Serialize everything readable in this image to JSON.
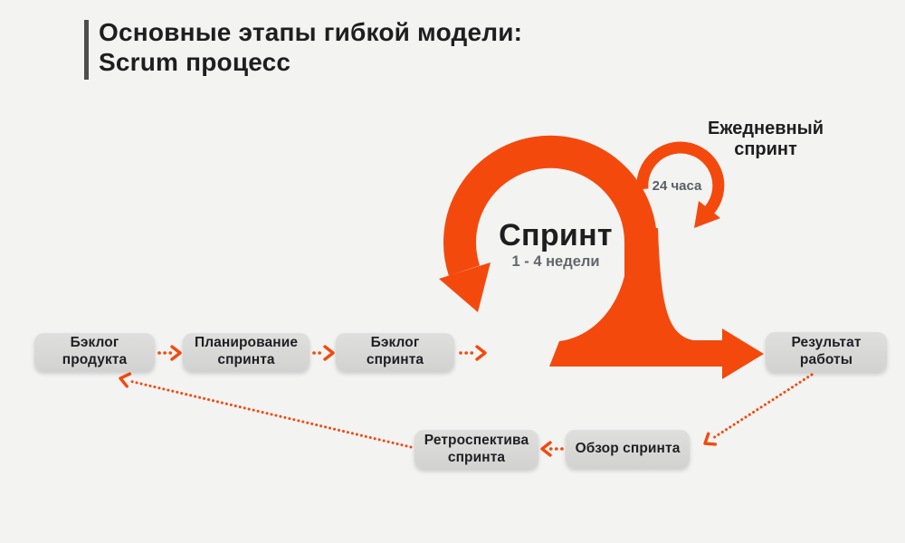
{
  "title": {
    "line1": "Основные этапы гибкой модели:",
    "line2": "Scrum процесс"
  },
  "sprint_loop": {
    "label": "Спринт",
    "duration": "1 - 4 недели",
    "daily_label_line1": "Ежедневный",
    "daily_label_line2": "спринт",
    "daily_duration": "24 часа"
  },
  "boxes": [
    {
      "id": "product-backlog",
      "lines": [
        "Бэклог",
        "продукта"
      ]
    },
    {
      "id": "sprint-planning",
      "lines": [
        "Планирование",
        "спринта"
      ]
    },
    {
      "id": "sprint-backlog",
      "lines": [
        "Бэклог",
        "спринта"
      ]
    },
    {
      "id": "work-result",
      "lines": [
        "Результат",
        "работы"
      ]
    },
    {
      "id": "sprint-retrospective",
      "lines": [
        "Ретроспектива",
        "спринта"
      ]
    },
    {
      "id": "sprint-review",
      "lines": [
        "Обзор спринта"
      ]
    }
  ],
  "connections": [
    {
      "from": "product-backlog",
      "to": "sprint-planning"
    },
    {
      "from": "sprint-planning",
      "to": "sprint-backlog"
    },
    {
      "from": "sprint-backlog",
      "to": "sprint-loop"
    },
    {
      "from": "sprint-loop",
      "to": "work-result"
    },
    {
      "from": "work-result",
      "to": "sprint-review"
    },
    {
      "from": "sprint-review",
      "to": "sprint-retrospective"
    },
    {
      "from": "sprint-retrospective",
      "to": "product-backlog"
    }
  ],
  "colors": {
    "background": "#F3F3F2",
    "accent": "#F4490D",
    "box_fill": "#D2D2D1",
    "text_dark": "#1E1E1E",
    "text_muted": "#63666B",
    "title_bar": "#4D4D4D"
  }
}
